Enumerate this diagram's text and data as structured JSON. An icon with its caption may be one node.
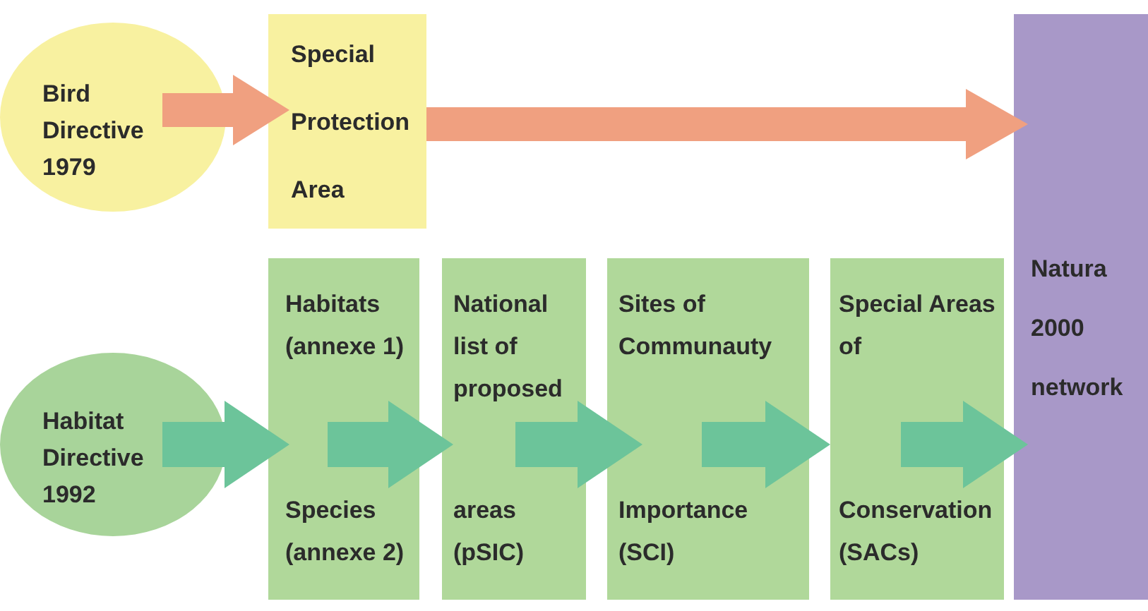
{
  "diagram": {
    "nodes": [
      {
        "text": [
          "Bird Directive 1979"
        ]
      },
      {
        "text": [
          "Special",
          "Protection",
          "Area"
        ]
      },
      {
        "text": [
          "Natura 2000 network"
        ]
      },
      {
        "text": [
          "Habitat Directive 1992"
        ]
      },
      {
        "text": [
          "Habitats (annexe 1)",
          "Species (annexe 2)"
        ]
      },
      {
        "text": [
          "National list of proposed",
          "areas (pSIC)"
        ]
      },
      {
        "text": [
          "Sites of Communauty",
          "Importance (SCI)"
        ]
      },
      {
        "text": [
          "Special Areas of",
          "Conservation (SACs)"
        ]
      }
    ],
    "edges": [
      {
        "from": 0,
        "to": 1,
        "arrow": "to",
        "color": "#f0a080"
      },
      {
        "from": 1,
        "to": 2,
        "arrow": "to",
        "color": "#f0a080"
      },
      {
        "from": 3,
        "to": 4,
        "arrow": "to"
      },
      {
        "from": 4,
        "to": 5,
        "arrow": "to"
      },
      {
        "from": 5,
        "to": 6,
        "arrow": "to"
      },
      {
        "from": 6,
        "to": 7,
        "arrow": "to"
      },
      {
        "from": 7,
        "to": 2,
        "arrow": "to"
      }
    ]
  }
}
